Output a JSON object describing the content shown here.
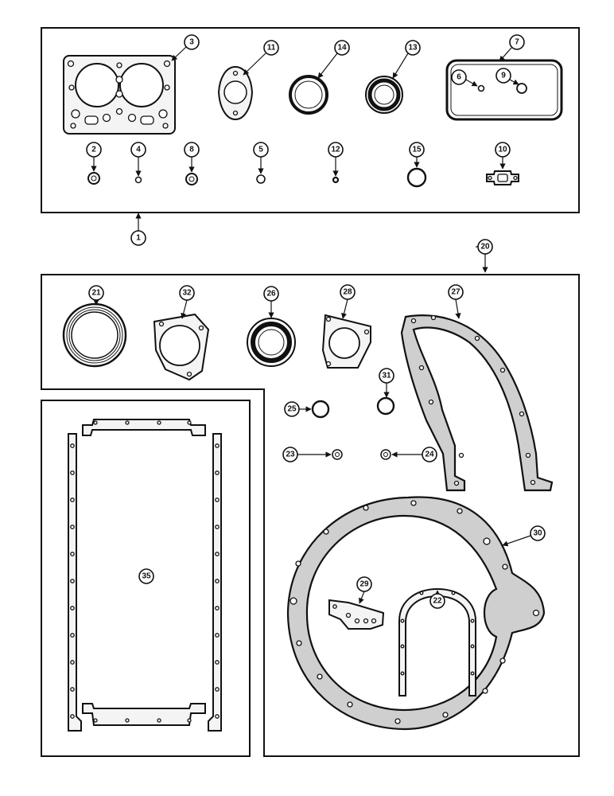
{
  "callouts": {
    "c1": "1",
    "c2": "2",
    "c3": "3",
    "c4": "4",
    "c5": "5",
    "c6": "6",
    "c7": "7",
    "c8": "8",
    "c9": "9",
    "c10": "10",
    "c11": "11",
    "c12": "12",
    "c13": "13",
    "c14": "14",
    "c15": "15",
    "c20": "20",
    "c21": "21",
    "c22": "22",
    "c23": "23",
    "c24": "24",
    "c25": "25",
    "c26": "26",
    "c27": "27",
    "c28": "28",
    "c29": "29",
    "c30": "30",
    "c31": "31",
    "c32": "32",
    "c35": "35"
  }
}
